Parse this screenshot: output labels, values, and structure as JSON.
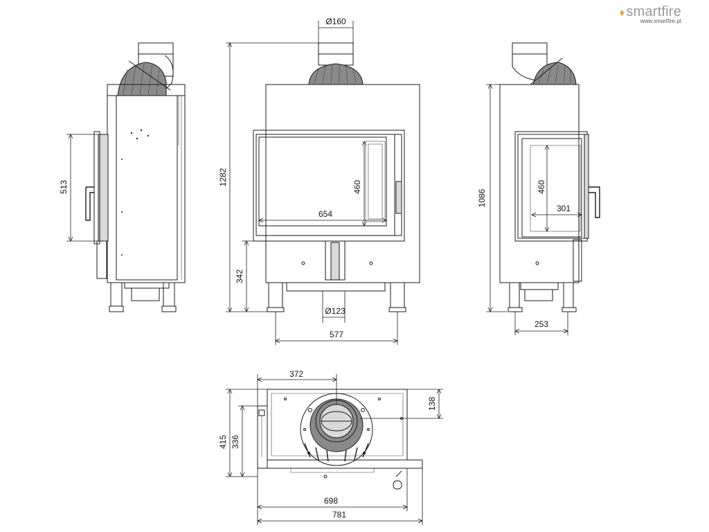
{
  "brand": {
    "name": "smartfire",
    "url": "www.smartfire.pt",
    "flame_color": "#e8a04a"
  },
  "dimensions": {
    "side_left_height": "513",
    "front_total_height": "1282",
    "front_lower_height": "342",
    "flue_top": "Ø160",
    "flue_bottom": "Ø123",
    "glass_height_front": "460",
    "glass_width_front": "654",
    "base_width_front": "577",
    "side_right_total": "1086",
    "glass_height_side": "460",
    "glass_width_side": "301",
    "base_width_side": "253",
    "plan_offset": "372",
    "plan_flue_offset": "138",
    "plan_depth_total": "415",
    "plan_depth_inner": "336",
    "plan_width_inner": "698",
    "plan_width_total": "781"
  }
}
